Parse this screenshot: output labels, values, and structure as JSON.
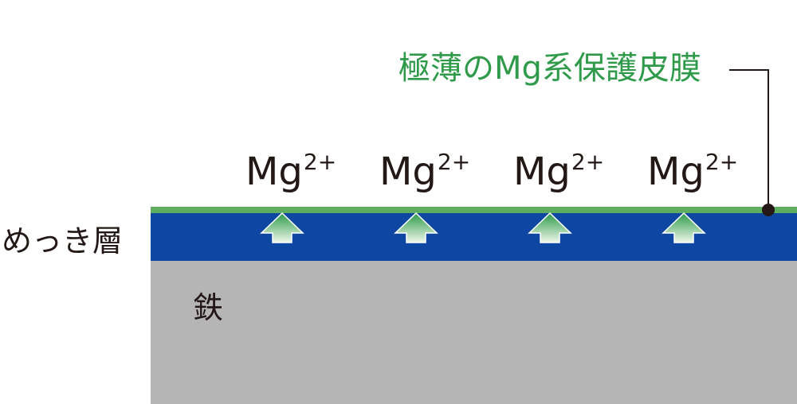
{
  "labels": {
    "film": "極薄のMg系保護皮膜",
    "plating": "めっき層",
    "iron": "鉄"
  },
  "ions": [
    {
      "base": "Mg",
      "charge": "2+"
    },
    {
      "base": "Mg",
      "charge": "2+"
    },
    {
      "base": "Mg",
      "charge": "2+"
    },
    {
      "base": "Mg",
      "charge": "2+"
    }
  ],
  "colors": {
    "film": "#5fae60",
    "plating": "#0d47a1",
    "iron": "#b5b5b6",
    "arrow_top": "#2e9a4a",
    "arrow_bottom": "#e8f4e4",
    "label_green": "#2e9a4a",
    "text": "#231815"
  }
}
